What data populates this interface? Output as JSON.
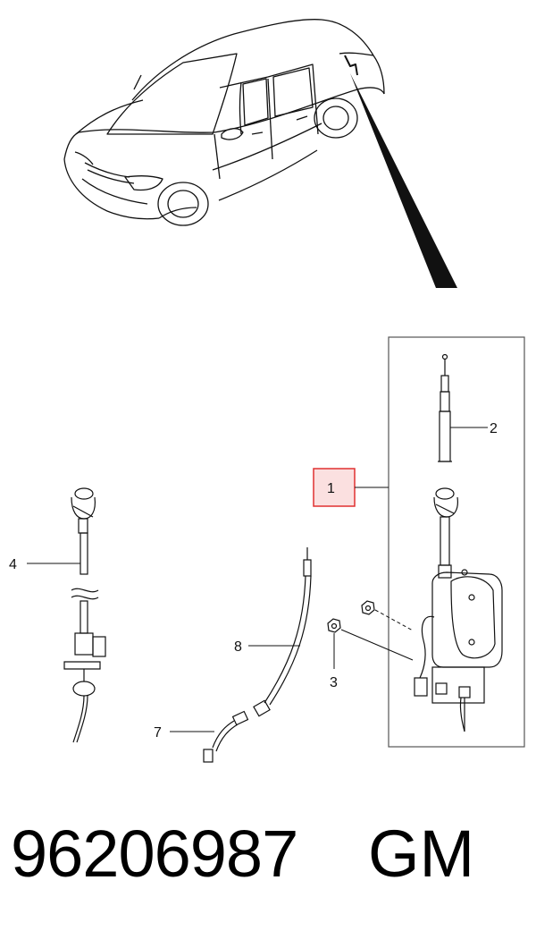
{
  "callouts": {
    "c1": "1",
    "c2": "2",
    "c3": "3",
    "c4": "4",
    "c7": "7",
    "c8": "8"
  },
  "footer": {
    "part_number": "96206987",
    "brand": "GM"
  },
  "colors": {
    "line": "#111111",
    "highlight_border": "#e03030",
    "highlight_fill": "#fbe0e0",
    "panel_border": "#555555"
  }
}
